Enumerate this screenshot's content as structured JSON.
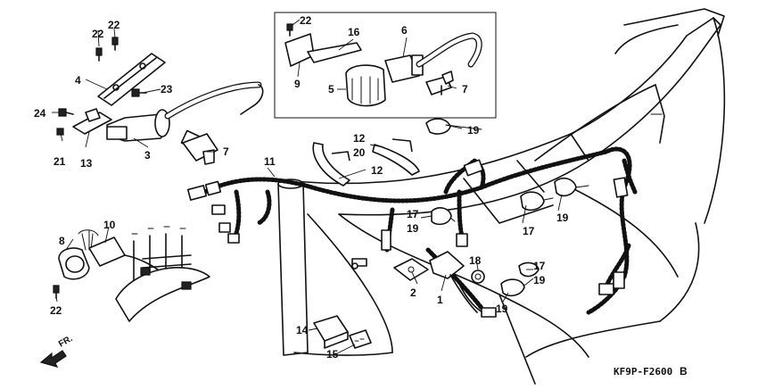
{
  "diagram": {
    "callouts": {
      "c1": "1",
      "c2": "2",
      "c3": "3",
      "c4": "4",
      "c5": "5",
      "c6": "6",
      "c7a": "7",
      "c7b": "7",
      "c8": "8",
      "c9": "9",
      "c10": "10",
      "c11": "11",
      "c12a": "12",
      "c12b": "12",
      "c13": "13",
      "c14": "14",
      "c15": "15",
      "c16": "16",
      "c17a": "17",
      "c17b": "17",
      "c17c": "17",
      "c18": "18",
      "c19a": "19",
      "c19b": "19",
      "c19c": "19",
      "c19d": "19",
      "c19e": "19",
      "c20": "20",
      "c21": "21",
      "c22a": "22",
      "c22b": "22",
      "c22c": "22",
      "c22d": "22",
      "c23": "23",
      "c24": "24"
    },
    "direction_label": "FR.",
    "diagram_code": "KF9P-F2600",
    "revision": "B"
  }
}
